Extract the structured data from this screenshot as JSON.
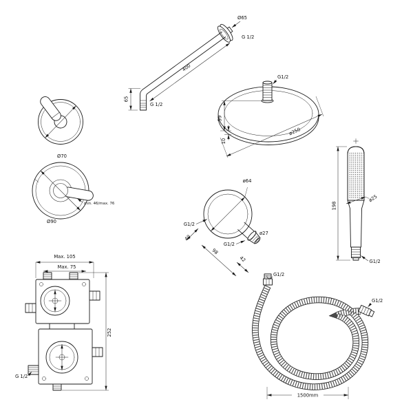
{
  "drawing_labels": {
    "arm": {
      "length": "400",
      "drop": "65",
      "flange_dia": "Ø65",
      "thread_wall": "G 1/2",
      "thread_end": "G 1/2"
    },
    "head": {
      "thread": "G1/2",
      "dia": "ø250",
      "stub_h": "59",
      "rim_h": "10"
    },
    "shutoff": {
      "dia": "Ø70"
    },
    "trim": {
      "dia": "Ø90",
      "depth": "min. 46/max. 76"
    },
    "valve_body": {
      "max_w": "Max. 105",
      "max_w2": "Max. 75",
      "height": "252",
      "thread": "G 1/2"
    },
    "outlet": {
      "flange_dia": "ø64",
      "thread_wall": "G1/2",
      "depth": "40",
      "length": "98",
      "thread_out": "G1/2",
      "stub": "42",
      "out_dia": "ø27"
    },
    "handshower": {
      "dia": "ø25",
      "length": "198",
      "thread": "G1/2"
    },
    "hose": {
      "thread_a": "G1/2",
      "thread_b": "G1/2",
      "length": "1500mm"
    }
  }
}
